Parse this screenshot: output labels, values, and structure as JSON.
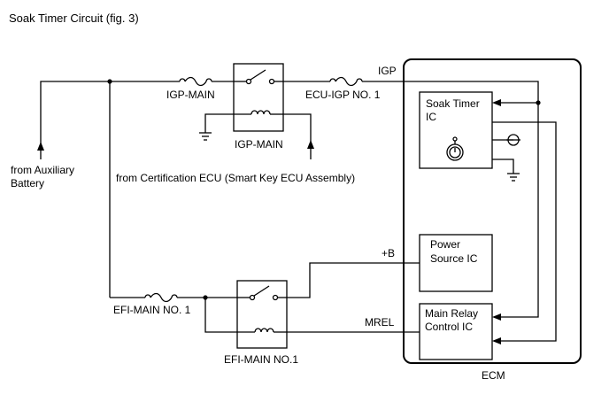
{
  "title": "Soak Timer Circuit (fig. 3)",
  "labels": {
    "from_aux_line1": "from Auxiliary",
    "from_aux_line2": "Battery",
    "igp_main_fuse": "IGP-MAIN",
    "igp_main_relay": "IGP-MAIN",
    "ecu_igp_fuse": "ECU-IGP NO. 1",
    "igp": "IGP",
    "from_cert_ecu": "from Certification ECU (Smart Key ECU Assembly)",
    "efi_main_fuse": "EFI-MAIN NO. 1",
    "efi_main_relay": "EFI-MAIN NO.1",
    "plus_b": "+B",
    "mrel": "MREL",
    "ecm": "ECM"
  },
  "ecm_blocks": {
    "soak_timer_line1": "Soak Timer",
    "soak_timer_line2": "IC",
    "power_source_line1": "Power",
    "power_source_line2": "Source IC",
    "main_relay_line1": "Main Relay",
    "main_relay_line2": "Control IC"
  },
  "icons": [
    "fuse-icon",
    "relay-switch-icon",
    "relay-coil-icon",
    "ground-icon",
    "clock-icon",
    "battery-icon",
    "arrow-up-icon"
  ]
}
